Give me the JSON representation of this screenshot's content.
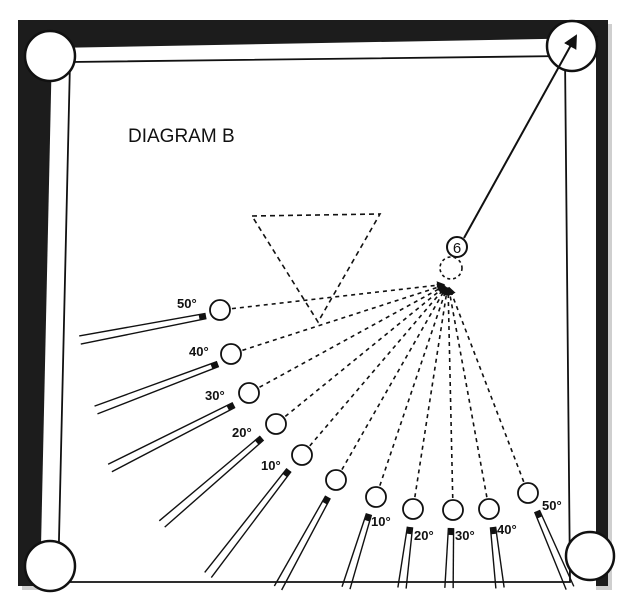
{
  "diagram": {
    "title": "DIAGRAM B",
    "object_ball_number": "6",
    "left_angle_labels": [
      "50°",
      "40°",
      "30°",
      "20°",
      "10°"
    ],
    "bottom_angle_labels": [
      "10°",
      "20°",
      "30°",
      "40°",
      "50°"
    ]
  },
  "colors": {
    "rail": "#1c1c1c",
    "felt": "#ffffff",
    "line": "#111111",
    "frame_shadow": "#bdbdbd"
  },
  "icons": {
    "pockets": "circle",
    "direction_arrow": "arrowhead"
  }
}
